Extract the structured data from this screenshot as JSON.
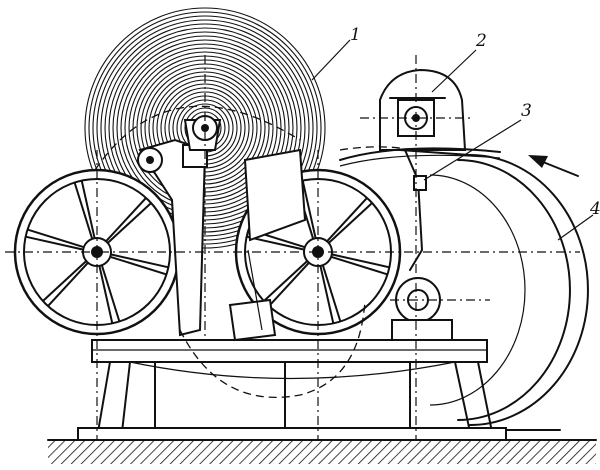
{
  "labels": {
    "l1": "1",
    "l2": "2",
    "l3": "3",
    "l4": "4"
  },
  "icons": {
    "feed_direction": "arrow-left-icon"
  },
  "colors": {
    "ink": "#111111",
    "paper": "#ffffff"
  }
}
